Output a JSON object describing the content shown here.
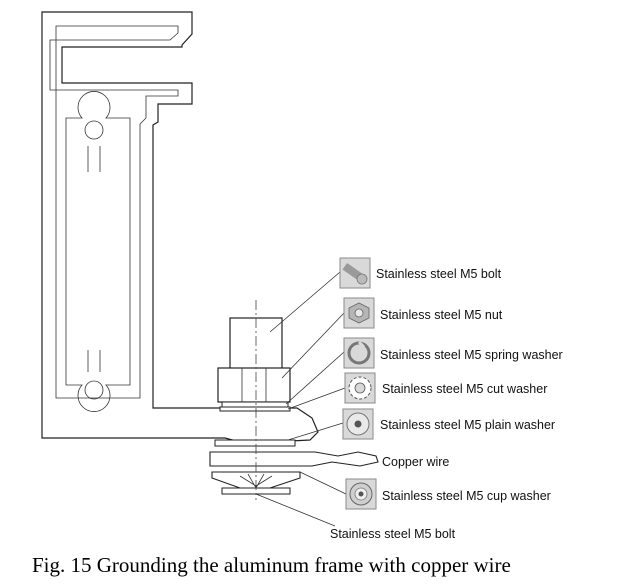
{
  "caption": "Fig. 15 Grounding the aluminum frame with copper wire",
  "labels": {
    "bolt_top": "Stainless steel M5 bolt",
    "nut": "Stainless steel M5 nut",
    "spring_washer": "Stainless steel M5 spring washer",
    "cut_washer": "Stainless steel M5 cut washer",
    "plain_washer": "Stainless steel M5 plain washer",
    "copper_wire": "Copper wire",
    "cup_washer": "Stainless steel M5 cup washer",
    "bolt_bottom": "Stainless steel M5 bolt"
  }
}
